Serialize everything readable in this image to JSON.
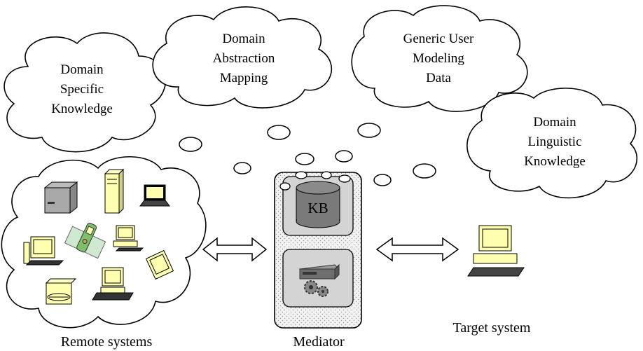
{
  "clouds": {
    "domain_specific": [
      "Domain",
      "Specific",
      "Knowledge"
    ],
    "domain_abstraction": [
      "Domain",
      "Abstraction",
      "Mapping"
    ],
    "generic_user": [
      "Generic User",
      "Modeling",
      "Data"
    ],
    "domain_linguistic": [
      "Domain",
      "Linguistic",
      "Knowledge"
    ]
  },
  "mediator": {
    "kb_label": "KB",
    "caption": "Mediator"
  },
  "remote": {
    "caption": "Remote systems"
  },
  "target": {
    "caption": "Target system"
  },
  "icons": [
    "server-box-icon",
    "tower-computer-icon",
    "laptop-icon",
    "desktop-computer-icon",
    "handheld-device-icon",
    "small-desktop-icon",
    "terminal-icon",
    "disc-drive-icon",
    "workstation-icon",
    "database-icon",
    "gears-machine-icon",
    "target-computer-icon",
    "double-arrow-icon"
  ],
  "colors": {
    "device_screen": "#ffffb0",
    "device_body": "#cfcfcf",
    "kb_fill": "#7a7a7a",
    "panel_fill": "#d9d9d9",
    "mediator_bg": "#efefef",
    "stroke": "#000000"
  }
}
